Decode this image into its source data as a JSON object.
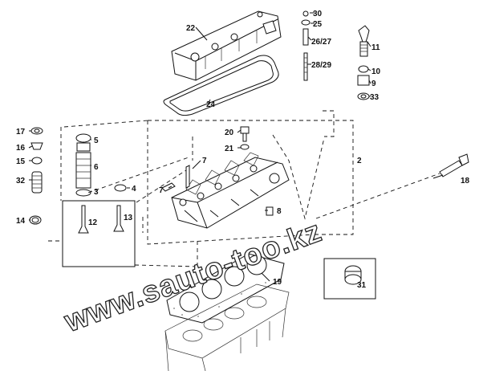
{
  "watermark": "www.sauto-too.kz",
  "callouts": {
    "c2": "2",
    "c3": "3",
    "c4": "4",
    "c5": "5",
    "c6": "6",
    "c7a": "7",
    "c7b": "7",
    "c8": "8",
    "c9": "9",
    "c10": "10",
    "c11": "11",
    "c12": "12",
    "c13": "13",
    "c14": "14",
    "c15": "15",
    "c16": "16",
    "c17": "17",
    "c18": "18",
    "c19": "19",
    "c20": "20",
    "c21": "21",
    "c22": "22",
    "c24": "24",
    "c25": "25",
    "c26_27": "26/27",
    "c28_29": "28/29",
    "c30": "30",
    "c31": "31",
    "c32": "32",
    "c33": "33"
  }
}
